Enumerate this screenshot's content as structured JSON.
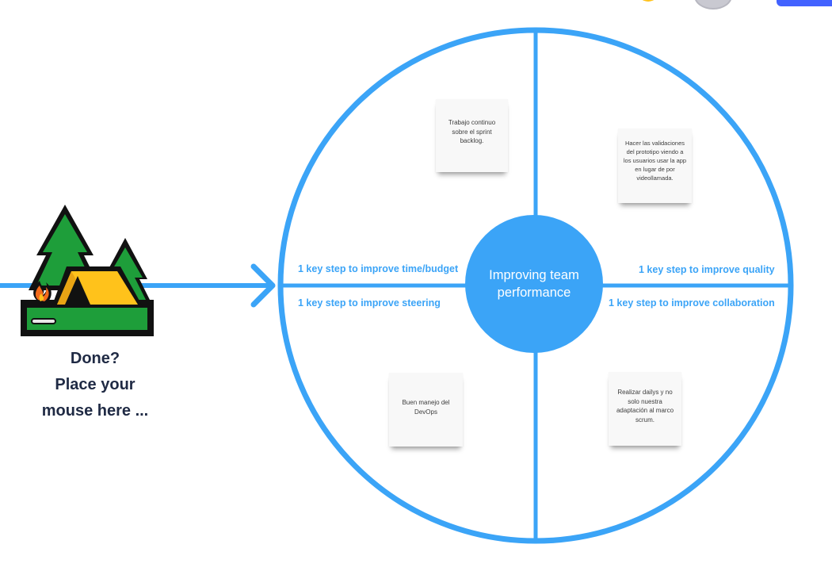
{
  "board": {
    "center_title": "Improving team performance",
    "quadrant_labels": {
      "top_left": "1 key step to improve time/budget",
      "top_right": "1 key step to improve quality",
      "bottom_left": "1 key step to improve steering",
      "bottom_right": "1 key step to improve collaboration"
    },
    "sticky_notes": [
      {
        "text": "Trabajo continuo sobre el sprint backlog."
      },
      {
        "text": "Hacer las validaciones del prototipo viendo a los usuarios usar la app en lugar de por videollamada."
      },
      {
        "text": "Buen manejo del DevOps"
      },
      {
        "text": "Realizar dailys y no solo nuestra adaptación al marco scrum."
      }
    ],
    "colors": {
      "circle_blue": "#3ba4f7",
      "center_fill": "#3ba4f7",
      "sticky_bg": "#f8f8f8",
      "tent_yellow": "#ffc21b",
      "tree_green": "#1e9e3a",
      "toolbar_button": "#4262ff"
    }
  },
  "done_prompt": {
    "line1": "Done?",
    "line2": "Place your",
    "line3": "mouse here ..."
  },
  "icons": {
    "campsite": "camping-tent-icon",
    "arrow": "arrow-right-icon"
  }
}
